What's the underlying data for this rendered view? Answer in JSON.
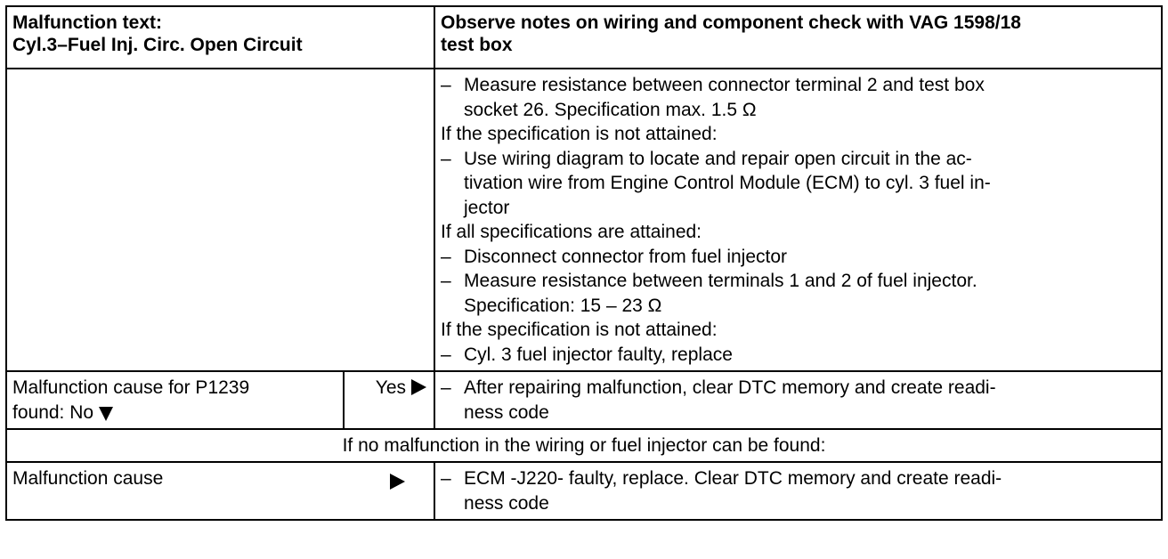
{
  "header": {
    "left_line1": "Malfunction text:",
    "left_line2": "Cyl.3–Fuel Inj. Circ. Open Circuit",
    "right_line1": "Observe notes on wiring and component check with VAG 1598/18",
    "right_line2": "test box"
  },
  "steps": {
    "s1_line1": "Measure resistance between connector terminal 2 and test box",
    "s1_line2": "socket 26.  Specification max. 1.5 Ω",
    "c1": "If the specification is not attained:",
    "s2_line1": "Use wiring diagram to locate and repair open circuit in the ac-",
    "s2_line2": "tivation wire from Engine Control Module (ECM) to cyl. 3 fuel in-",
    "s2_line3": "jector",
    "c2": "If all specifications are attained:",
    "s3_line1": "Disconnect connector from fuel injector",
    "s4_line1": "Measure resistance between terminals 1 and 2 of fuel injector.",
    "s4_line2": "Specification: 15 – 23 Ω",
    "c3": "If the specification is not attained:",
    "s5_line1": "Cyl. 3 fuel injector faulty, replace"
  },
  "cause_row": {
    "left_line1": "Malfunction cause for P1239",
    "left_line2": "found: No",
    "yes_label": "Yes",
    "action_line1": "After repairing malfunction, clear DTC memory and create readi-",
    "action_line2": "ness code"
  },
  "note_row": {
    "text": "If no malfunction in the wiring or fuel injector can be found:"
  },
  "final_row": {
    "left_label": "Malfunction cause",
    "action_line1": "ECM -J220- faulty, replace.  Clear DTC memory and create readi-",
    "action_line2": "ness code"
  },
  "dash": "–"
}
